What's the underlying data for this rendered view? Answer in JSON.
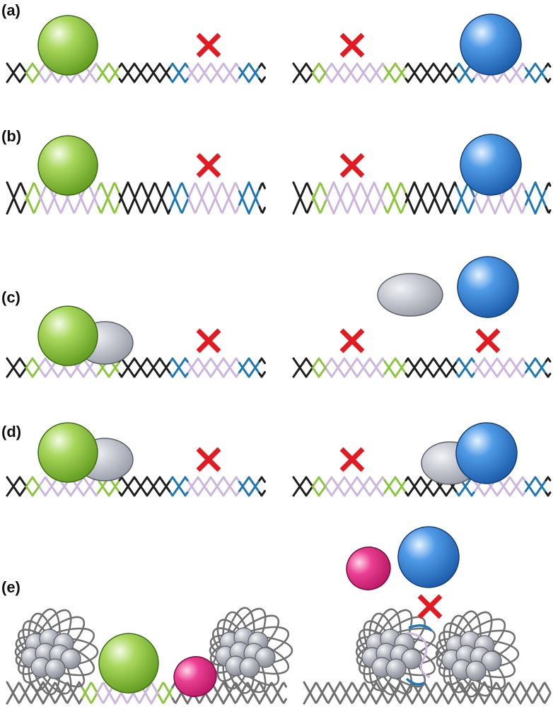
{
  "panels": [
    {
      "label": "(a)"
    },
    {
      "label": "(b)"
    },
    {
      "label": "(c)"
    },
    {
      "label": "(d)"
    },
    {
      "label": "(e)"
    }
  ],
  "colors": {
    "dna_black": "#1e1e1e",
    "dna_green": "#8cc63f",
    "dna_blue": "#1f78b4",
    "dna_lilac": "#cbb7dd",
    "dna_gray": "#707070",
    "green_protein": "#8cc63f",
    "blue_protein": "#2f80d0",
    "gray_protein": "#b9bcc6",
    "magenta_protein": "#e0197a",
    "nucleosome": "#a9acb4",
    "cross": "#e21b22"
  },
  "icons": {
    "blocked": "red-cross-icon",
    "site": "dna-helix",
    "nucleosome": "nucleosome-cluster"
  }
}
